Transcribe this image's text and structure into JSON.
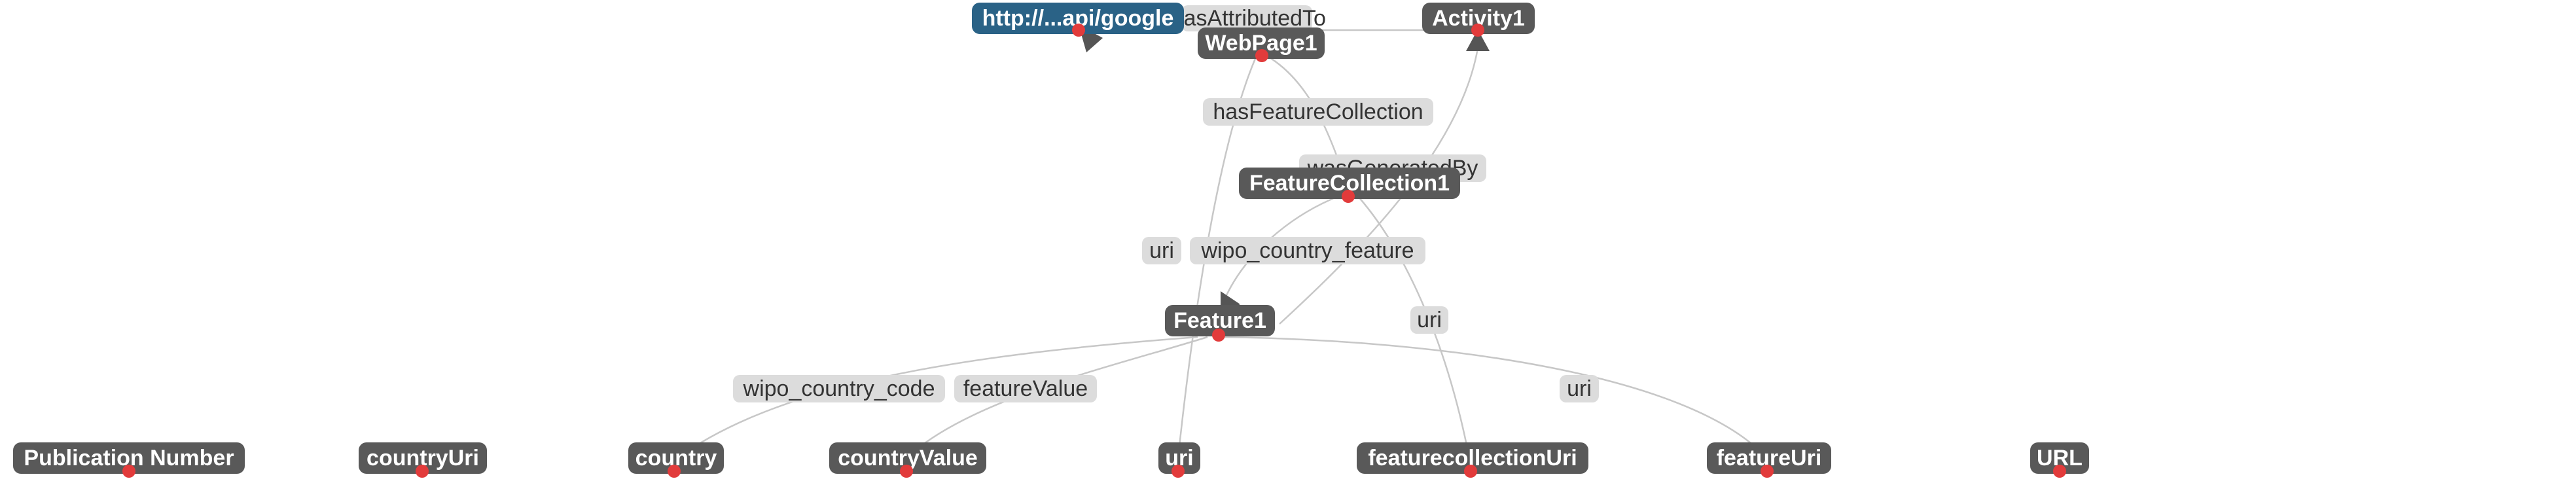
{
  "nodes": {
    "uri_node": {
      "label": "http://...api/google",
      "kind": "uri"
    },
    "activity": {
      "label": "Activity1"
    },
    "webpage": {
      "label": "WebPage1"
    },
    "feature_collection": {
      "label": "FeatureCollection1"
    },
    "feature": {
      "label": "Feature1"
    },
    "publication_number": {
      "label": "Publication Number"
    },
    "country_uri": {
      "label": "countryUri"
    },
    "country": {
      "label": "country"
    },
    "country_value": {
      "label": "countryValue"
    },
    "uri_col": {
      "label": "uri"
    },
    "featurecollection_uri": {
      "label": "featurecollectionUri"
    },
    "feature_uri": {
      "label": "featureUri"
    },
    "url_col": {
      "label": "URL"
    }
  },
  "edge_labels": {
    "attributed_to": "wasAttributedTo",
    "has_feature_collection": "hasFeatureCollection",
    "generated_by": "wasGeneratedBy",
    "uri_left": "uri",
    "wipo_feature": "wipo_country_feature",
    "uri_right": "uri",
    "wipo_code": "wipo_country_code",
    "feature_value": "featureValue",
    "uri_low": "uri"
  },
  "colors": {
    "node": "#595959",
    "uri_node": "#2a6286",
    "edge": "#c7c7c7",
    "edge_label_bg": "#dcdcdc",
    "anchor": "#e23b3b"
  }
}
